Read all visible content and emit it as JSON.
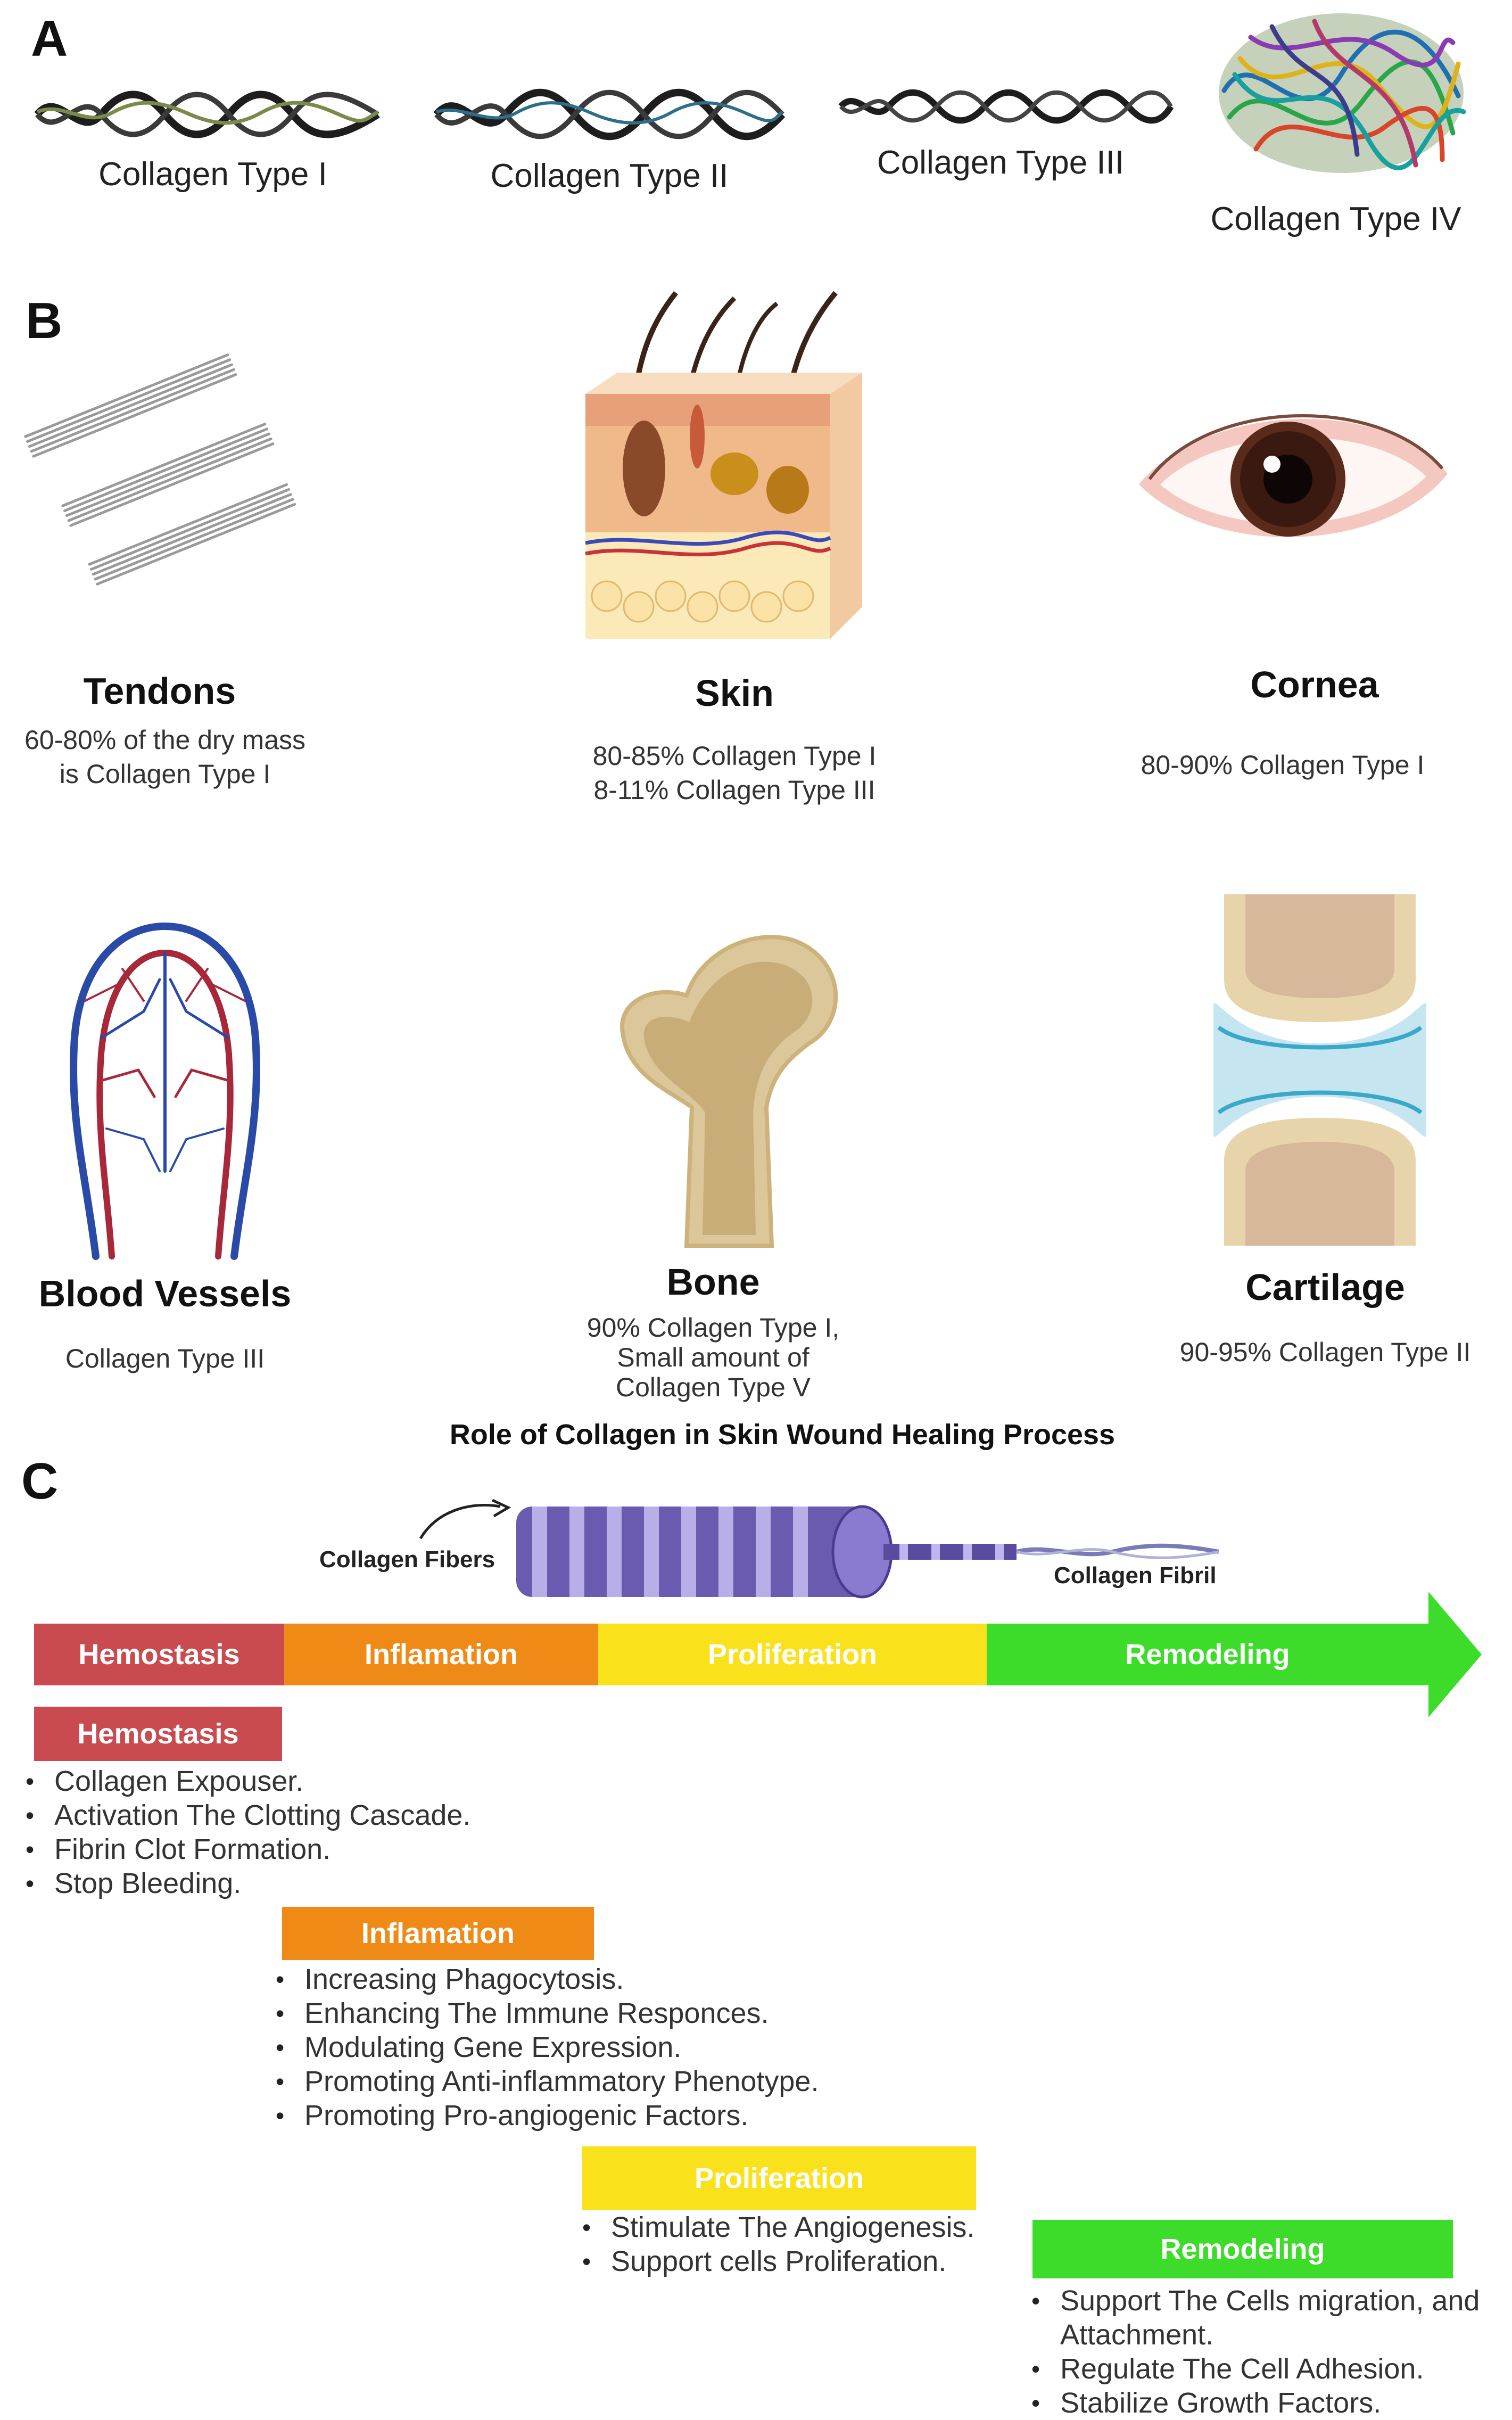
{
  "panels": {
    "a": "A",
    "b": "B",
    "c": "C"
  },
  "collagen_types": [
    {
      "label": "Collagen Type I",
      "icon": "collagen-type-1-helix-icon"
    },
    {
      "label": "Collagen Type II",
      "icon": "collagen-type-2-helix-icon"
    },
    {
      "label": "Collagen Type III",
      "icon": "collagen-type-3-helix-icon"
    },
    {
      "label": "Collagen Type IV",
      "icon": "collagen-type-4-network-icon"
    }
  ],
  "tissues": [
    {
      "name": "Tendons",
      "desc": [
        "60-80% of the dry mass",
        "is Collagen Type I"
      ],
      "icon": "tendon-fibers-icon"
    },
    {
      "name": "Skin",
      "desc": [
        "80-85% Collagen Type I",
        "8-11% Collagen Type III"
      ],
      "icon": "skin-cross-section-icon"
    },
    {
      "name": "Cornea",
      "desc": [
        "80-90% Collagen Type I"
      ],
      "icon": "eye-icon"
    },
    {
      "name": "Blood Vessels",
      "desc": [
        "Collagen Type III"
      ],
      "icon": "blood-vessels-icon"
    },
    {
      "name": "Bone",
      "desc": [
        "90% Collagen Type I,",
        "Small amount of",
        "Collagen Type V"
      ],
      "icon": "femur-bone-icon"
    },
    {
      "name": "Cartilage",
      "desc": [
        "90-95% Collagen Type II"
      ],
      "icon": "joint-cartilage-icon"
    }
  ],
  "wound_healing": {
    "title": "Role of Collagen in Skin Wound Healing Process",
    "fiber_label": "Collagen Fibers",
    "fibril_label": "Collagen Fibril",
    "timeline": [
      {
        "label": "Hemostasis",
        "color": "#c94a4f"
      },
      {
        "label": "Inflamation",
        "color": "#ef8a17"
      },
      {
        "label": "Proliferation",
        "color": "#f9e21b"
      },
      {
        "label": "Remodeling",
        "color": "#3ddc2b"
      }
    ],
    "phases": [
      {
        "label": "Hemostasis",
        "color": "#c94a4f",
        "items": [
          "Collagen Expouser.",
          "Activation The Clotting Cascade.",
          "Fibrin Clot Formation.",
          "Stop Bleeding."
        ]
      },
      {
        "label": "Inflamation",
        "color": "#ef8a17",
        "items": [
          "Increasing Phagocytosis.",
          "Enhancing The Immune Responces.",
          "Modulating Gene Expression.",
          "Promoting Anti-inflammatory Phenotype.",
          "Promoting Pro-angiogenic Factors."
        ]
      },
      {
        "label": "Proliferation",
        "color": "#f9e21b",
        "items": [
          "Stimulate The Angiogenesis.",
          "Support cells Proliferation."
        ]
      },
      {
        "label": "Remodeling",
        "color": "#3ddc2b",
        "items": [
          "Support The Cells migration, and",
          "Attachment.",
          "Regulate The Cell Adhesion.",
          "Stabilize Growth Factors."
        ]
      }
    ]
  }
}
